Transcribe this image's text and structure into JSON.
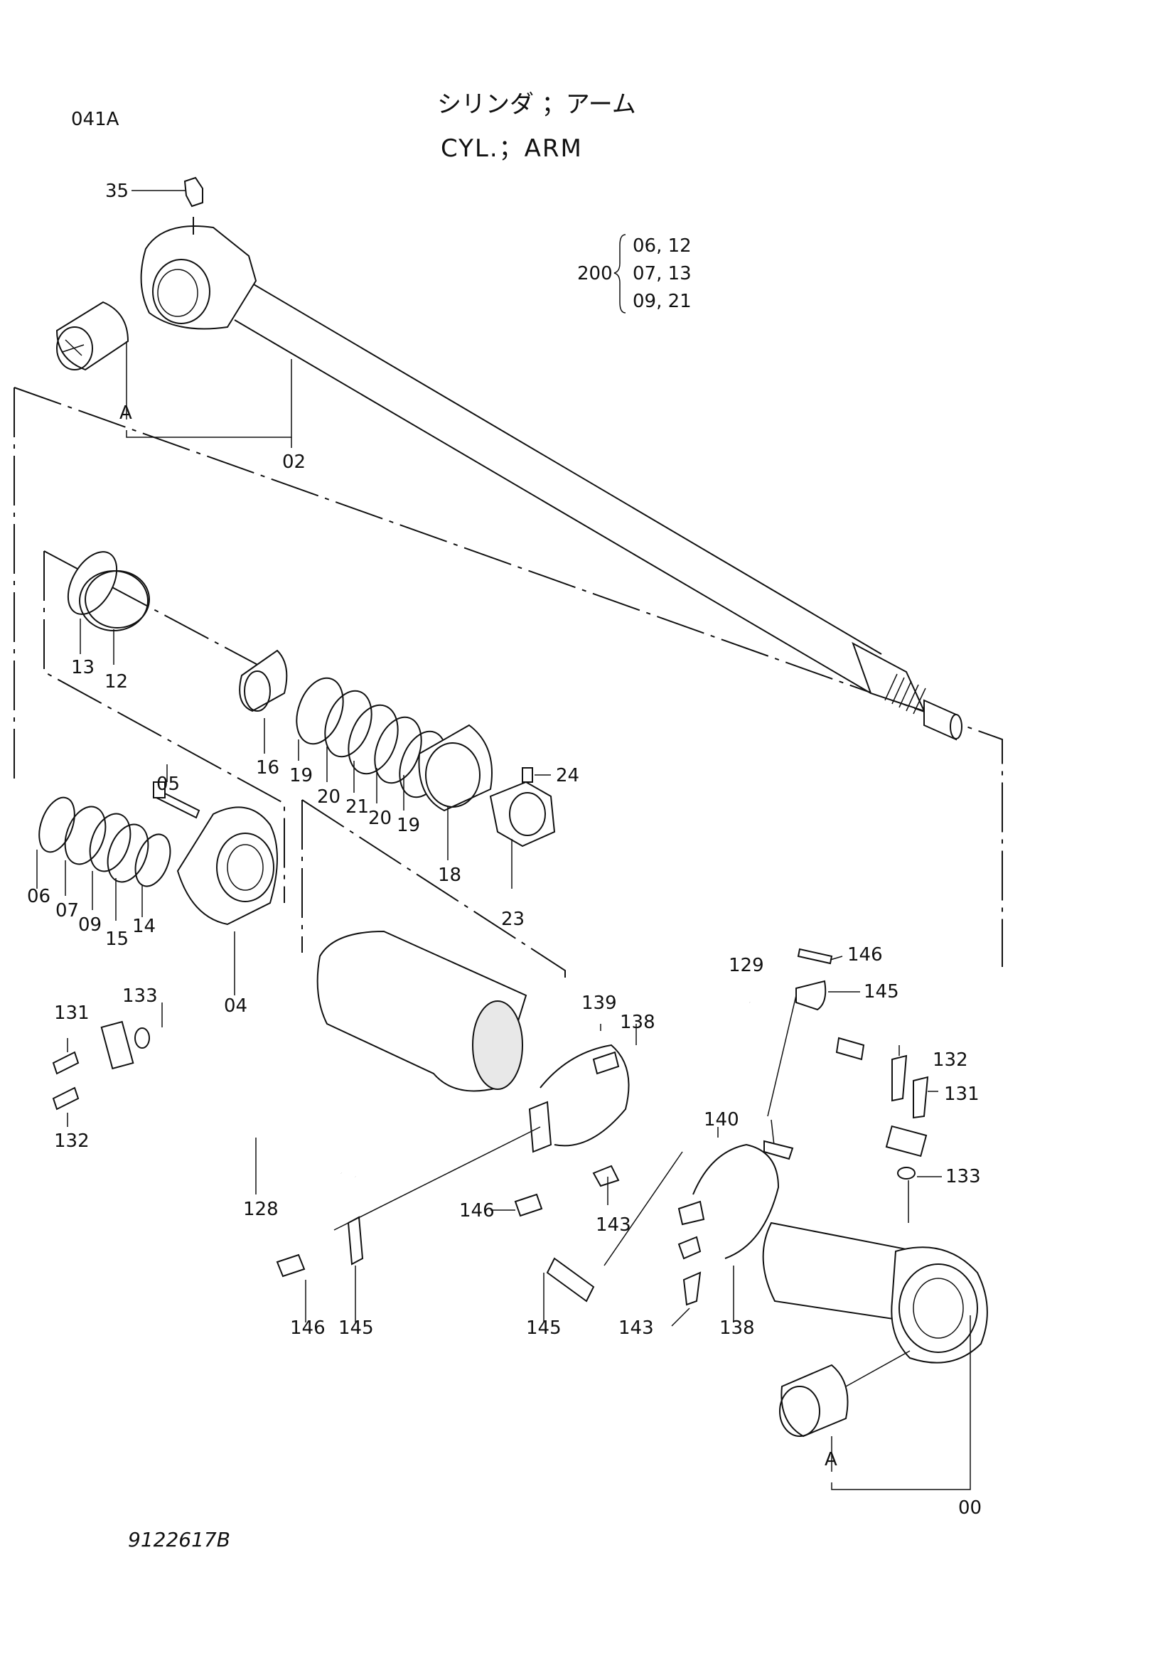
{
  "header": {
    "code": "041A",
    "title_jp": "シリンダ ；アーム",
    "title_en": "CYL.；ARM"
  },
  "kit": {
    "number": "200",
    "rows": [
      "06, 12",
      "07, 13",
      "09, 21"
    ]
  },
  "callouts": {
    "c35": "35",
    "cA_top": "A",
    "c02": "02",
    "c13": "13",
    "c12": "12",
    "c16": "16",
    "c19a": "19",
    "c20a": "20",
    "c21": "21",
    "c20b": "20",
    "c19b": "19",
    "c18": "18",
    "c24": "24",
    "c23": "23",
    "c05": "05",
    "c06": "06",
    "c07": "07",
    "c09": "09",
    "c15": "15",
    "c14": "14",
    "c04": "04",
    "c131a": "131",
    "c133a": "133",
    "c132a": "132",
    "c128": "128",
    "c139": "139",
    "c138a": "138",
    "c143a": "143",
    "c146a": "146",
    "c146b": "146",
    "c145a": "145",
    "c145b": "145",
    "c129": "129",
    "c146c": "146",
    "c145c": "145",
    "c132b": "132",
    "c131b": "131",
    "c133b": "133",
    "c140": "140",
    "c143b": "143",
    "c138b": "138",
    "cA_bottom": "A",
    "c00": "00"
  },
  "footer": {
    "docnum": "9122617B"
  }
}
